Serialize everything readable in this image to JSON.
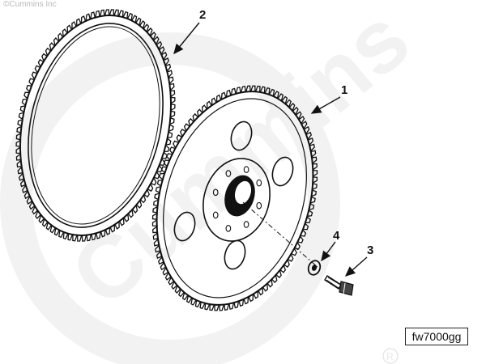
{
  "copyright": "©Cummins Inc",
  "watermark": "Cummins",
  "figure_code": "fw7000gg",
  "callouts": [
    {
      "number": "1",
      "part": "flexplate"
    },
    {
      "number": "2",
      "part": "ring-gear"
    },
    {
      "number": "3",
      "part": "capscrew"
    },
    {
      "number": "4",
      "part": "washer"
    }
  ]
}
